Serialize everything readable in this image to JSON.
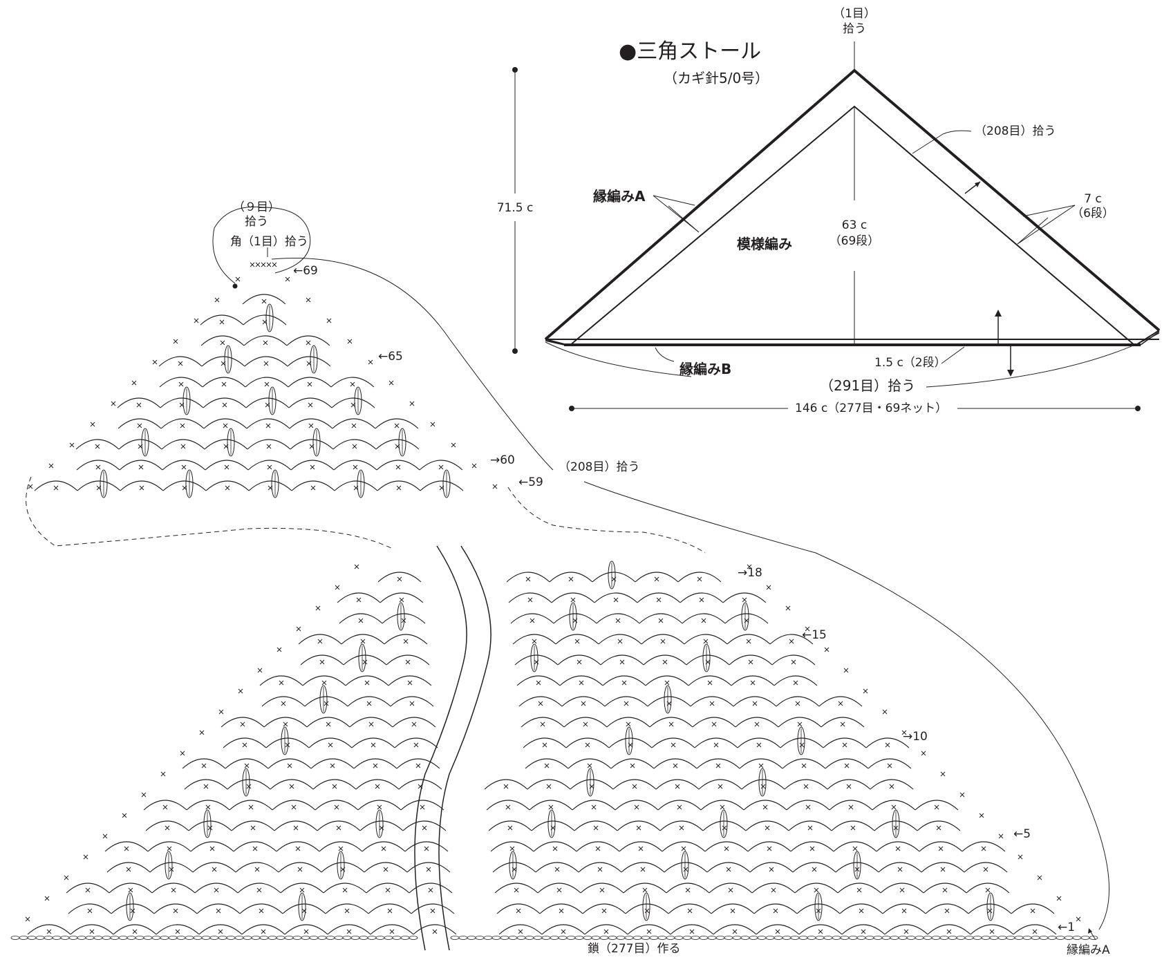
{
  "title": {
    "bullet": "●",
    "text": "三角ストール",
    "hook": "（カギ針5/0号）"
  },
  "schematic": {
    "top_count": "（1目）",
    "top_pick": "拾う",
    "side_pick": "（208目）拾う",
    "edging_a": "縁編みA",
    "body_pattern": "模様編み",
    "height_cm": "63 c",
    "height_rows": "（69段）",
    "total_height": "71.5 c",
    "side_width_cm": "7 c",
    "side_width_rows": "（6段）",
    "edging_b": "縁編みB",
    "bottom_width": "1.5 c（2段）",
    "bottom_pick": "（291目）拾う",
    "total_width": "146 c（277目・69ネット）"
  },
  "chart": {
    "top_count": "（９目）",
    "top_pick": "拾う",
    "corner_pick": "角（1目）拾う",
    "row_markers": [
      "←69",
      "←65",
      "→60",
      "←59",
      "→18",
      "←15",
      "→10",
      "←5",
      "←1"
    ],
    "side_pick": "（208目）拾う",
    "foundation": "鎖（277目）作る",
    "edging_a": "縁編みA"
  }
}
